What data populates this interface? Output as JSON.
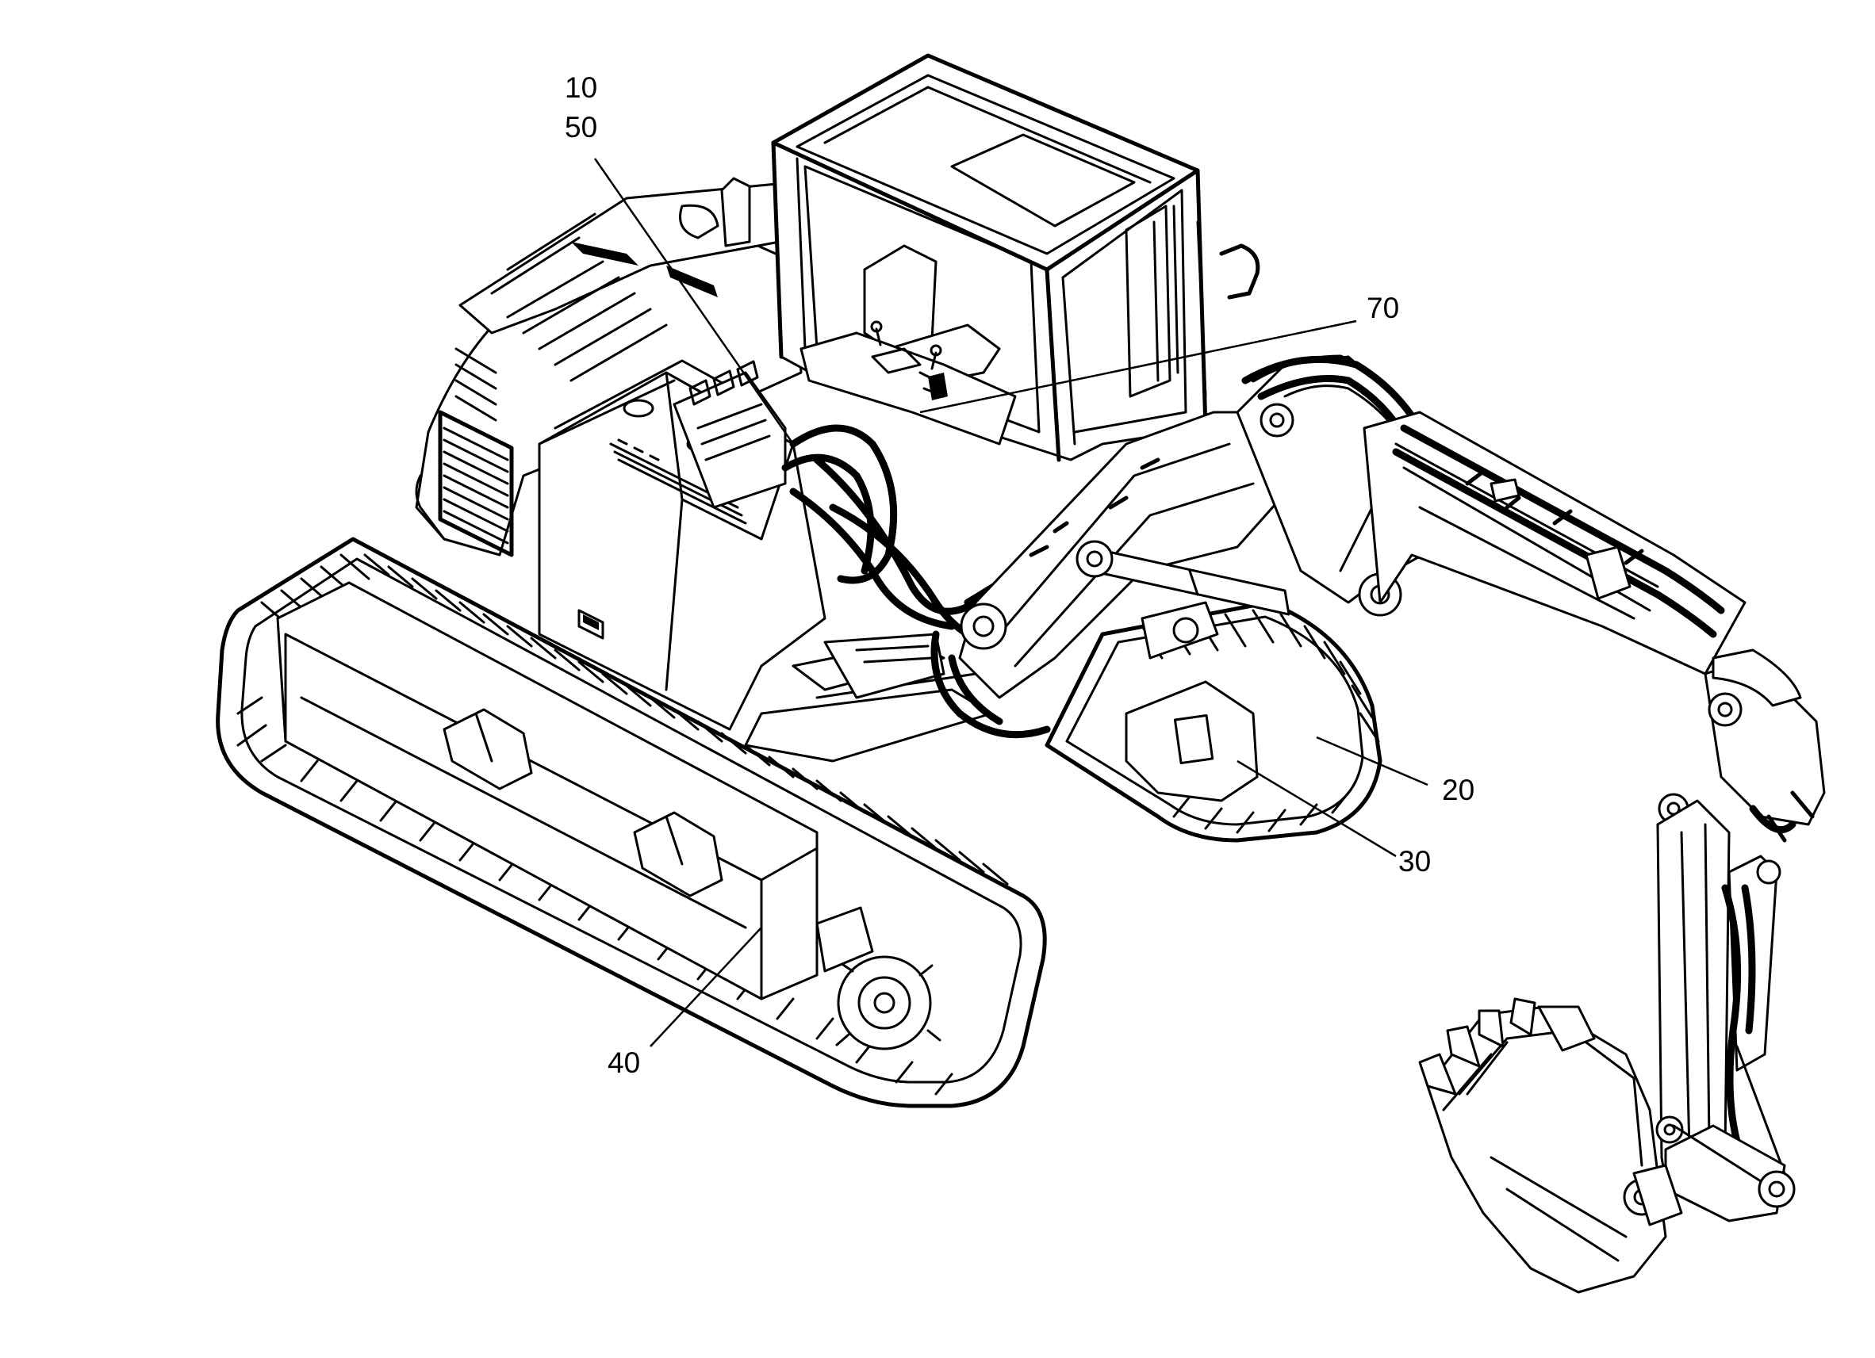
{
  "callouts": [
    {
      "id": "10",
      "label": "10"
    },
    {
      "id": "50",
      "label": "50"
    },
    {
      "id": "70",
      "label": "70"
    },
    {
      "id": "20",
      "label": "20"
    },
    {
      "id": "30",
      "label": "30"
    },
    {
      "id": "40",
      "label": "40"
    }
  ],
  "colors": {
    "ink": "#000000",
    "paper": "#ffffff"
  }
}
